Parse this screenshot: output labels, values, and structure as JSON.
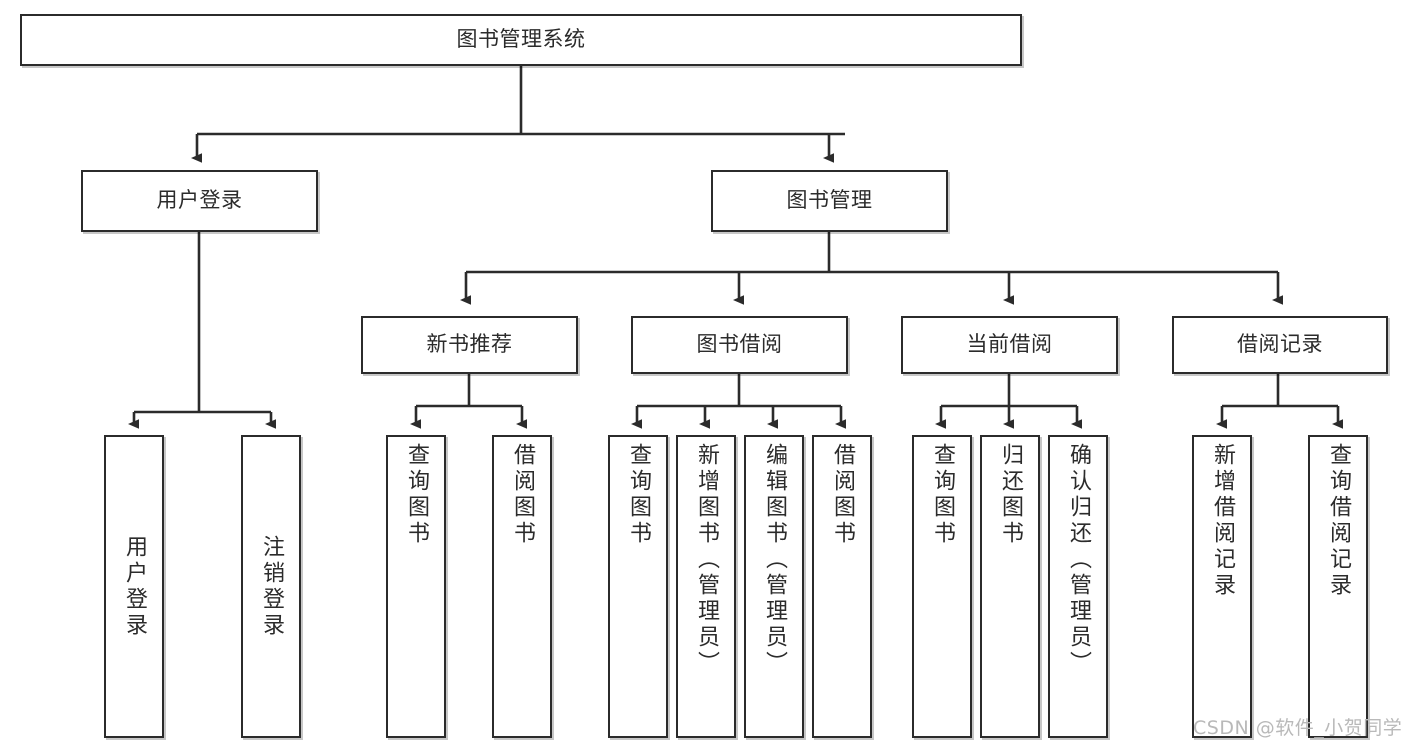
{
  "diagram": {
    "type": "tree-hierarchy",
    "title": "图书管理系统",
    "root": {
      "label": "图书管理系统"
    },
    "level2": [
      {
        "label": "用户登录"
      },
      {
        "label": "图书管理"
      }
    ],
    "level3": [
      {
        "label": "新书推荐"
      },
      {
        "label": "图书借阅"
      },
      {
        "label": "当前借阅"
      },
      {
        "label": "借阅记录"
      }
    ],
    "leaves": {
      "user_login": [
        {
          "label": "用户登录"
        },
        {
          "label": "注销登录"
        }
      ],
      "new_book_recommend": [
        {
          "label": "查询图书"
        },
        {
          "label": "借阅图书"
        }
      ],
      "book_borrow": [
        {
          "label": "查询图书"
        },
        {
          "label": "新增图书（管理员）"
        },
        {
          "label": "编辑图书（管理员）"
        },
        {
          "label": "借阅图书"
        }
      ],
      "current_borrow": [
        {
          "label": "查询图书"
        },
        {
          "label": "归还图书"
        },
        {
          "label": "确认归还（管理员）"
        }
      ],
      "borrow_records": [
        {
          "label": "新增借阅记录"
        },
        {
          "label": "查询借阅记录"
        }
      ]
    }
  },
  "watermark": {
    "text": "CSDN @软件_小贺同学"
  },
  "colors": {
    "stroke": "#2b2b2b",
    "fill": "#ffffff",
    "text": "#2b2b2b",
    "watermark": "#b9b9b9"
  }
}
